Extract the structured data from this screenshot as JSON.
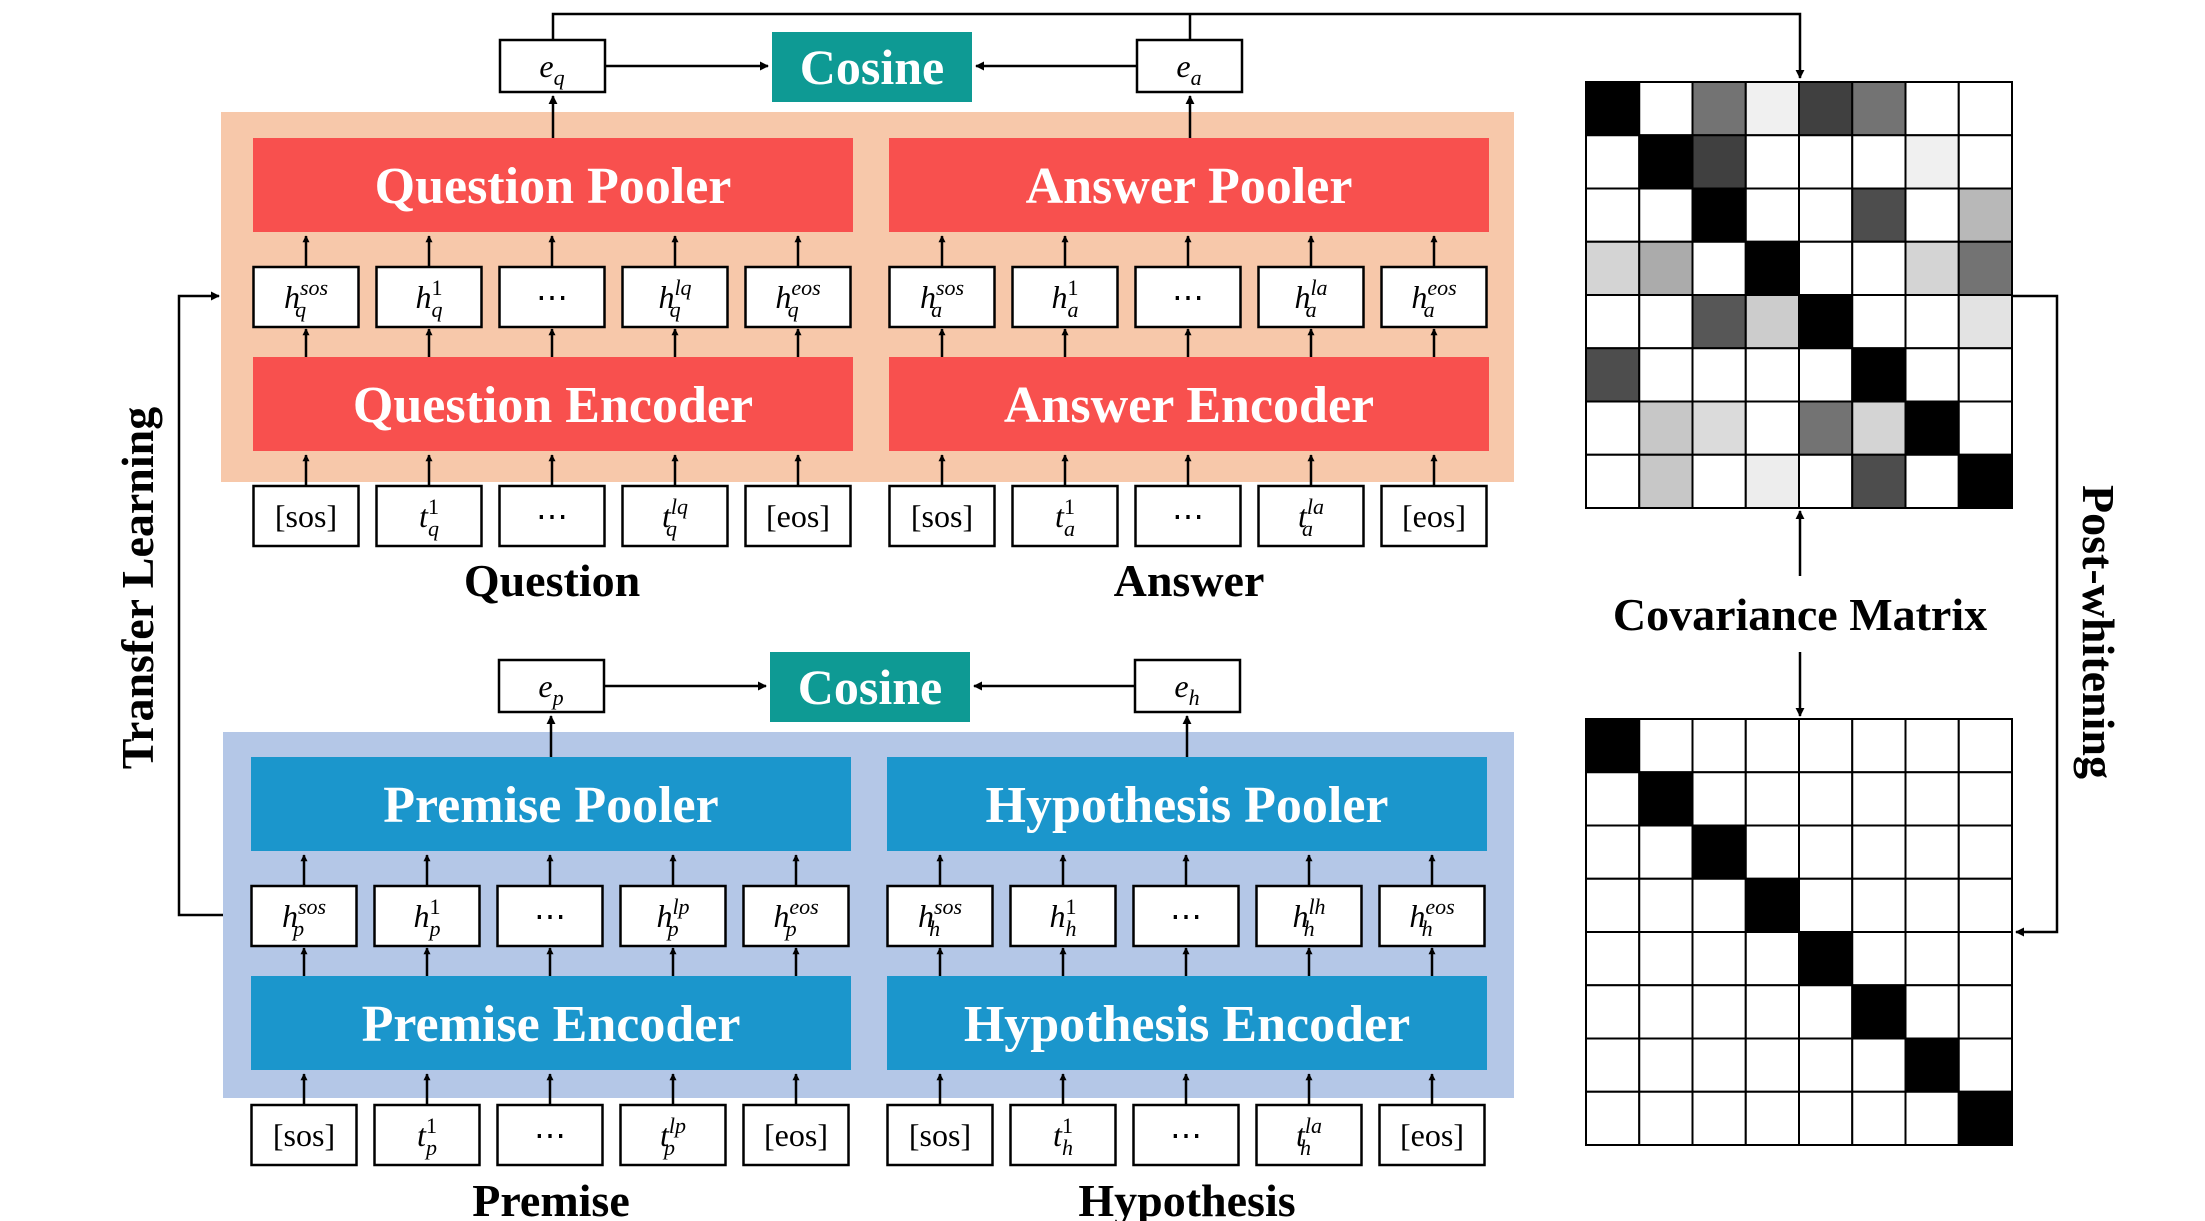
{
  "colors": {
    "qa_panel_bg": "#f7c8aa",
    "qa_block": "#f8504e",
    "nli_panel_bg": "#b4c7e7",
    "nli_block": "#1b96cc",
    "cosine": "#0e9a94"
  },
  "qa": {
    "pooler_left": "Question Pooler",
    "pooler_right": "Answer Pooler",
    "encoder_left": "Question Encoder",
    "encoder_right": "Answer Encoder",
    "cosine": "Cosine",
    "emb_left": {
      "base": "e",
      "sub": "q"
    },
    "emb_right": {
      "base": "e",
      "sub": "a"
    },
    "caption_left": "Question",
    "caption_right": "Answer",
    "hidden_left": [
      {
        "base": "h",
        "sub": "q",
        "sup": "sos"
      },
      {
        "base": "h",
        "sub": "q",
        "sup": "1"
      },
      {
        "text": "⋯"
      },
      {
        "base": "h",
        "sub": "q",
        "sup": "lq"
      },
      {
        "base": "h",
        "sub": "q",
        "sup": "eos"
      }
    ],
    "hidden_right": [
      {
        "base": "h",
        "sub": "a",
        "sup": "sos"
      },
      {
        "base": "h",
        "sub": "a",
        "sup": "1"
      },
      {
        "text": "⋯"
      },
      {
        "base": "h",
        "sub": "a",
        "sup": "la"
      },
      {
        "base": "h",
        "sub": "a",
        "sup": "eos"
      }
    ],
    "tokens_left": [
      {
        "text": "[sos]"
      },
      {
        "base": "t",
        "sub": "q",
        "sup": "1"
      },
      {
        "text": "⋯"
      },
      {
        "base": "t",
        "sub": "q",
        "sup": "lq"
      },
      {
        "text": "[eos]"
      }
    ],
    "tokens_right": [
      {
        "text": "[sos]"
      },
      {
        "base": "t",
        "sub": "a",
        "sup": "1"
      },
      {
        "text": "⋯"
      },
      {
        "base": "t",
        "sub": "a",
        "sup": "la"
      },
      {
        "text": "[eos]"
      }
    ]
  },
  "nli": {
    "pooler_left": "Premise Pooler",
    "pooler_right": "Hypothesis Pooler",
    "encoder_left": "Premise Encoder",
    "encoder_right": "Hypothesis Encoder",
    "cosine": "Cosine",
    "emb_left": {
      "base": "e",
      "sub": "p"
    },
    "emb_right": {
      "base": "e",
      "sub": "h"
    },
    "caption_left": "Premise",
    "caption_right": "Hypothesis",
    "hidden_left": [
      {
        "base": "h",
        "sub": "p",
        "sup": "sos"
      },
      {
        "base": "h",
        "sub": "p",
        "sup": "1"
      },
      {
        "text": "⋯"
      },
      {
        "base": "h",
        "sub": "p",
        "sup": "lp"
      },
      {
        "base": "h",
        "sub": "p",
        "sup": "eos"
      }
    ],
    "hidden_right": [
      {
        "base": "h",
        "sub": "h",
        "sup": "sos"
      },
      {
        "base": "h",
        "sub": "h",
        "sup": "1"
      },
      {
        "text": "⋯"
      },
      {
        "base": "h",
        "sub": "h",
        "sup": "lh"
      },
      {
        "base": "h",
        "sub": "h",
        "sup": "eos"
      }
    ],
    "tokens_left": [
      {
        "text": "[sos]"
      },
      {
        "base": "t",
        "sub": "p",
        "sup": "1"
      },
      {
        "text": "⋯"
      },
      {
        "base": "t",
        "sub": "p",
        "sup": "lp"
      },
      {
        "text": "[eos]"
      }
    ],
    "tokens_right": [
      {
        "text": "[sos]"
      },
      {
        "base": "t",
        "sub": "h",
        "sup": "1"
      },
      {
        "text": "⋯"
      },
      {
        "base": "t",
        "sub": "h",
        "sup": "la"
      },
      {
        "text": "[eos]"
      }
    ]
  },
  "side_labels": {
    "transfer": "Transfer Learning",
    "whitening": "Post-whitening",
    "covariance": "Covariance Matrix"
  },
  "covariance_before": [
    [
      1.0,
      0.0,
      0.55,
      0.06,
      0.75,
      0.55,
      0.0,
      0.0
    ],
    [
      0.0,
      1.0,
      0.75,
      0.0,
      0.0,
      0.0,
      0.06,
      0.0
    ],
    [
      0.0,
      0.0,
      1.0,
      0.0,
      0.0,
      0.7,
      0.0,
      0.28
    ],
    [
      0.17,
      0.33,
      0.0,
      1.0,
      0.0,
      0.0,
      0.17,
      0.55
    ],
    [
      0.0,
      0.0,
      0.66,
      0.2,
      1.0,
      0.0,
      0.0,
      0.11
    ],
    [
      0.7,
      0.0,
      0.0,
      0.0,
      0.0,
      1.0,
      0.0,
      0.0
    ],
    [
      0.0,
      0.22,
      0.14,
      0.0,
      0.55,
      0.17,
      1.0,
      0.0
    ],
    [
      0.0,
      0.22,
      0.0,
      0.07,
      0.0,
      0.7,
      0.0,
      1.0
    ]
  ],
  "covariance_after_size": 8
}
